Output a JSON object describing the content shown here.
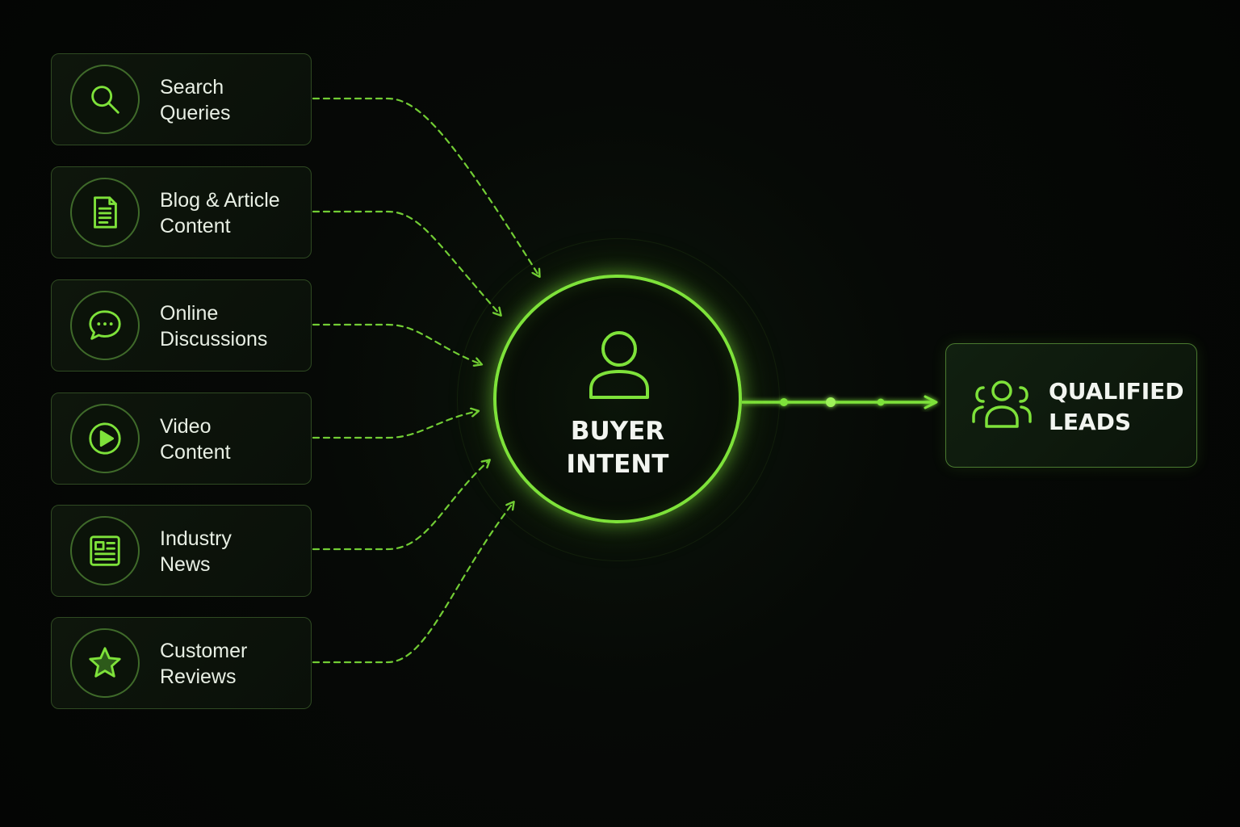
{
  "colors": {
    "background": "#050705",
    "accent": "#7ee23a",
    "card_border": "#2f4a22",
    "text": "#e8efe4"
  },
  "sources": [
    {
      "label": "Search\nQueries",
      "icon": "search-icon"
    },
    {
      "label": "Blog & Article\nContent",
      "icon": "document-icon"
    },
    {
      "label": "Online\nDiscussions",
      "icon": "chat-bubble-icon"
    },
    {
      "label": "Video\nContent",
      "icon": "play-icon"
    },
    {
      "label": "Industry\nNews",
      "icon": "newspaper-icon"
    },
    {
      "label": "Customer\nReviews",
      "icon": "star-icon"
    }
  ],
  "hub": {
    "label": "BUYER\nINTENT",
    "icon": "person-icon"
  },
  "output": {
    "label": "QUALIFIED\nLEADS",
    "icon": "group-icon"
  }
}
